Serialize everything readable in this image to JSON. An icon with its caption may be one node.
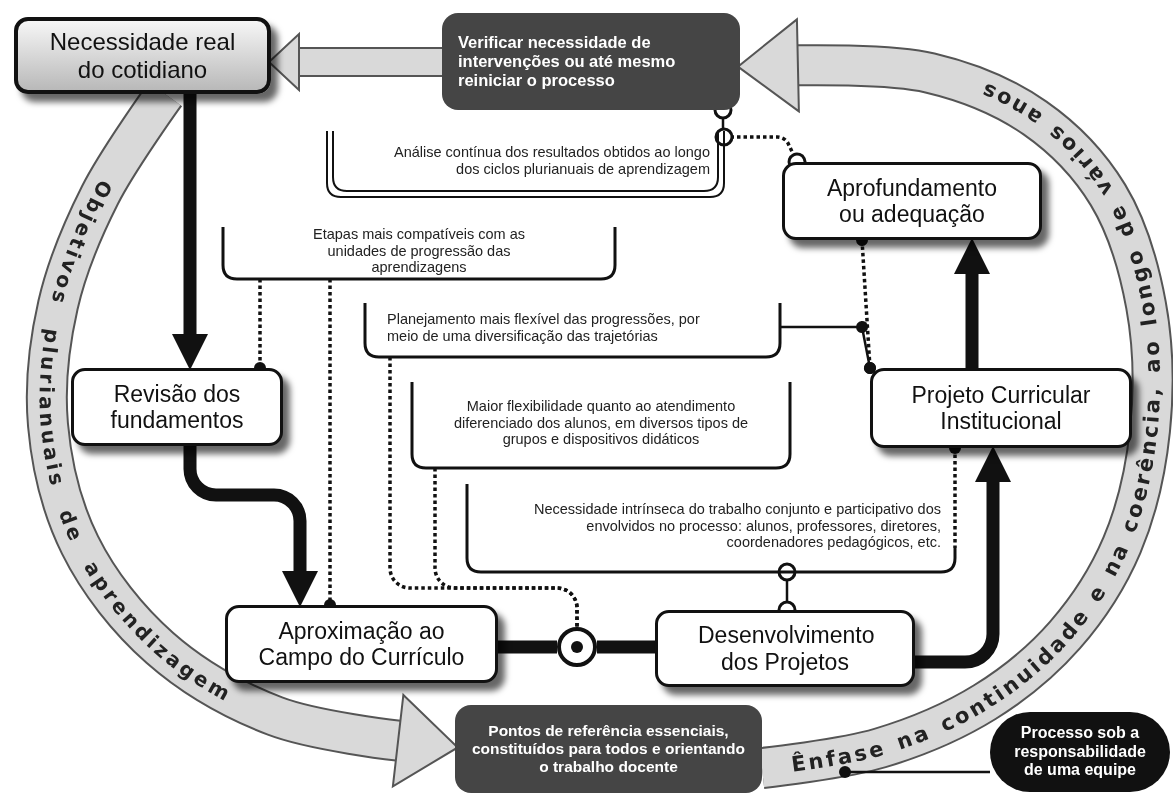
{
  "diagram": {
    "nodes": [
      {
        "text": [
          "Necessidade real do cotidiano"
        ]
      },
      {
        "text": [
          "Verificar necessidade de intervenções ou até mesmo reiniciar o processo"
        ]
      },
      {
        "text": [
          "Análise contínua dos resultados obtidos ao longo dos ciclos plurianuais de aprendizagem"
        ]
      },
      {
        "text": [
          "Aprofundamento ou adequação"
        ]
      },
      {
        "text": [
          "Etapas mais compatíveis com as unidades de progressão das aprendizagens"
        ]
      },
      {
        "text": [
          "Revisão dos fundamentos"
        ]
      },
      {
        "text": [
          "Planejamento mais flexível das progressões, por meio de uma diversificação das trajetórias"
        ]
      },
      {
        "text": [
          "Maior flexibilidade quanto ao atendimento diferenciado dos alunos, em diversos tipos de grupos e dispositivos didáticos"
        ]
      },
      {
        "text": [
          "Projeto Curricular Institucional"
        ]
      },
      {
        "text": [
          "Necessidade intrínseca do trabalho conjunto e participativo dos envolvidos no processo: alunos, professores, diretores, coordenadores pedagógicos, etc."
        ]
      },
      {
        "text": [
          "Aproximação ao Campo do Currículo"
        ]
      },
      {
        "text": [],
        "shape": "circle"
      },
      {
        "text": [
          "Desenvolvimento dos Projetos"
        ]
      },
      {
        "text": [
          "Pontos de referência essenciais, constituídos para todos e orientando o trabalho docente"
        ]
      },
      {
        "text": [
          "Processo sob a responsabilidade de uma equipe"
        ]
      }
    ],
    "edges": [
      {
        "from": 0,
        "to": 5,
        "arrow": "to",
        "style": "thick"
      },
      {
        "from": 5,
        "to": 10,
        "arrow": "to",
        "style": "thick"
      },
      {
        "from": 10,
        "to": 11,
        "arrow": "none",
        "style": "thick"
      },
      {
        "from": 11,
        "to": 12,
        "arrow": "none",
        "style": "thick"
      },
      {
        "from": 12,
        "to": 8,
        "arrow": "to",
        "style": "thick"
      },
      {
        "from": 8,
        "to": 3,
        "arrow": "to",
        "style": "thick"
      },
      {
        "from": 1,
        "to": 0,
        "arrow": "to",
        "style": "thick",
        "color": "#d9d9d9"
      },
      {
        "from": 0,
        "to": 13,
        "arrow": "to",
        "style": "thick",
        "color": "#d9d9d9",
        "label": "Objetivos plurianuais de aprendizagem"
      },
      {
        "from": 13,
        "to": 1,
        "arrow": "to",
        "style": "thick",
        "color": "#d9d9d9",
        "label": "Ênfase na continuidade e na coerência, ao longo de vários anos"
      },
      {
        "from": 1,
        "to": 2,
        "arrow": "other"
      },
      {
        "from": 2,
        "to": 3,
        "arrow": "other",
        "style": "dashed"
      },
      {
        "from": 4,
        "to": 5,
        "arrow": "other",
        "style": "dashed"
      },
      {
        "from": 4,
        "to": 10,
        "arrow": "other",
        "style": "dashed"
      },
      {
        "from": 3,
        "to": 8,
        "arrow": "other",
        "style": "dashed"
      },
      {
        "from": 6,
        "to": 8,
        "arrow": "other"
      },
      {
        "from": 8,
        "to": 9,
        "arrow": "other",
        "style": "dashed"
      },
      {
        "from": 6,
        "to": 11,
        "arrow": "none",
        "style": "dashed"
      },
      {
        "from": 7,
        "to": 11,
        "arrow": "none",
        "style": "dashed"
      },
      {
        "from": 9,
        "to": 12,
        "arrow": "other"
      },
      {
        "from": 14,
        "to": null,
        "arrow": "other"
      }
    ]
  }
}
